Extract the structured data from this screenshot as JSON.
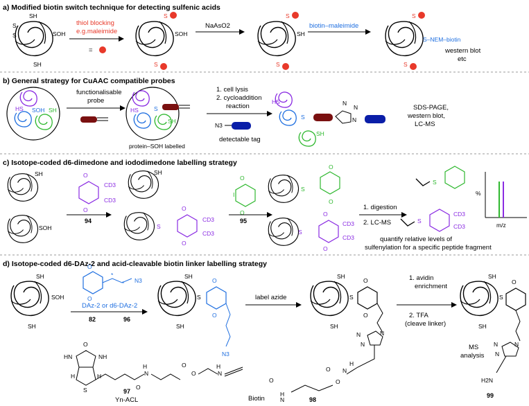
{
  "panels": {
    "a": {
      "title": "a) Modified biotin switch technique for detecting sulfenic acids",
      "thiol_blocking": "thiol blocking",
      "maleimide_example": "e.g.maleimide",
      "equals": "=",
      "reductant": "NaAsO2",
      "biotin_maleimide": "biotin–maleimide",
      "nem_biotin": "S–NEM–biotin",
      "readout_1": "western blot",
      "readout_2": "etc",
      "sh": "SH",
      "soh": "SOH",
      "s": "S"
    },
    "b": {
      "title": "b) General strategy for CuAAC compatible probes",
      "probe_1": "functionalisable",
      "probe_2": "probe",
      "step_1": "1. cell lysis",
      "step_2": "2. cycloaddition",
      "step_2b": "reaction",
      "n3": "N3",
      "tag": "detectable tag",
      "labelled": "protein–SOH labelled",
      "readout_1": "SDS-PAGE,",
      "readout_2": "western blot,",
      "readout_3": "LC-MS",
      "hs": "HS",
      "soh": "SOH",
      "sh": "SH",
      "s": "S",
      "triazole_n": "N"
    },
    "c": {
      "title": "c) Isotope-coded d6-dimedone and iododimedone labelling strategy",
      "cd3": "CD3",
      "cmpd_94": "94",
      "cmpd_95": "95",
      "iodo": "I",
      "digestion": "1. digestion",
      "lcms": "2. LC-MS",
      "quantify_1": "quantify relative levels of",
      "quantify_2": "sulfenylation for a specific peptide fragment",
      "percent": "%",
      "mz": "m/z",
      "sh": "SH",
      "soh": "SOH",
      "s": "S",
      "o": "O"
    },
    "d": {
      "title": "d) Isotope-coded d6-DAz-2 and acid-cleavable biotin linker labelling strategy",
      "reagent": "DAz-2 or d6-DAz-2",
      "cmpd_82": "82",
      "cmpd_96": "96",
      "label_azide": "label azide",
      "avidin_1": "1. avidin",
      "avidin_2": "enrichment",
      "tfa": "2. TFA",
      "cleave": "(cleave linker)",
      "ms": "MS",
      "analysis": "analysis",
      "cmpd_97": "97",
      "yn_acl": "Yn-ACL",
      "cmpd_98": "98",
      "cmpd_99": "99",
      "biotin": "Biotin",
      "h2n": "H2N",
      "n3": "N3",
      "asterisk": "*",
      "sh": "SH",
      "soh": "SOH",
      "s": "S",
      "o": "O",
      "n": "N",
      "h": "H",
      "hn": "HN",
      "nh": "NH"
    }
  },
  "colors": {
    "red": "#e8392a",
    "blue": "#1f6fe0",
    "purple": "#8a2be2",
    "green": "#2fb82f",
    "maroon": "#7a1010",
    "navy": "#0a1ea8",
    "black": "#000000",
    "divider": "#9a9a9a"
  },
  "icons": {
    "protein": "protein-coil-icon",
    "dot": "red-dot-icon",
    "probe": "probe-bar-icon",
    "tag": "tag-pill-icon",
    "ms_plot": "mass-spectrum-icon"
  }
}
